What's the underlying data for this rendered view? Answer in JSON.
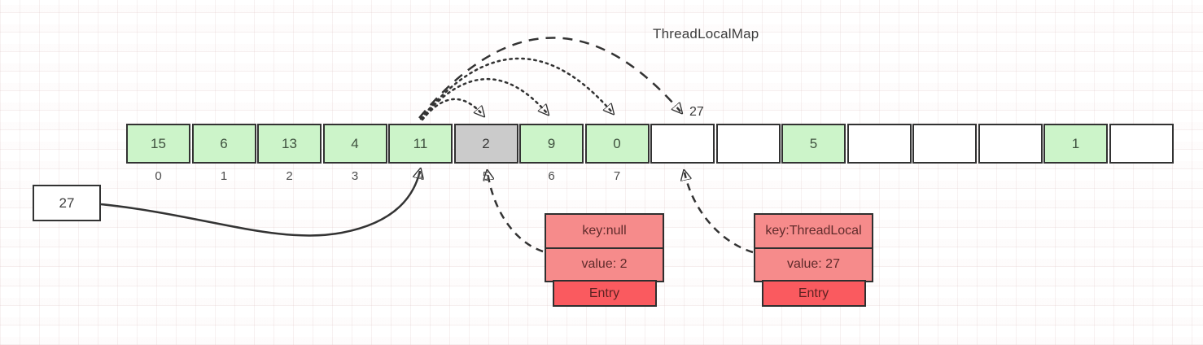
{
  "title": "ThreadLocalMap",
  "array": {
    "cells": [
      {
        "value": "15",
        "index_label": "0",
        "state": "occupied"
      },
      {
        "value": "6",
        "index_label": "1",
        "state": "occupied"
      },
      {
        "value": "13",
        "index_label": "2",
        "state": "occupied"
      },
      {
        "value": "4",
        "index_label": "3",
        "state": "occupied"
      },
      {
        "value": "11",
        "index_label": "4",
        "state": "occupied"
      },
      {
        "value": "2",
        "index_label": "5",
        "state": "stale"
      },
      {
        "value": "9",
        "index_label": "6",
        "state": "occupied"
      },
      {
        "value": "0",
        "index_label": "7",
        "state": "occupied"
      },
      {
        "value": "",
        "index_label": "",
        "state": "empty"
      },
      {
        "value": "",
        "index_label": "",
        "state": "empty"
      },
      {
        "value": "5",
        "index_label": "",
        "state": "occupied"
      },
      {
        "value": "",
        "index_label": "",
        "state": "empty"
      },
      {
        "value": "",
        "index_label": "",
        "state": "empty"
      },
      {
        "value": "",
        "index_label": "",
        "state": "empty"
      },
      {
        "value": "1",
        "index_label": "",
        "state": "occupied"
      },
      {
        "value": "",
        "index_label": "",
        "state": "empty"
      }
    ]
  },
  "incoming_box": {
    "value": "27"
  },
  "probe_target_label": "27",
  "entry_cards": [
    {
      "key": "key:null",
      "value": "value: 2",
      "footer": "Entry"
    },
    {
      "key": "key:ThreadLocal",
      "value": "value: 27",
      "footer": "Entry"
    }
  ],
  "arrows": {
    "insert_arrow": {
      "from": "incoming-value-box",
      "to": "slot-4",
      "style": "solid"
    },
    "probe_arcs": [
      {
        "from": "slot-4",
        "to": "slot-5",
        "style": "dotted"
      },
      {
        "from": "slot-4",
        "to": "slot-6",
        "style": "dotted"
      },
      {
        "from": "slot-4",
        "to": "slot-7",
        "style": "dotted"
      },
      {
        "from": "slot-4",
        "to": "slot-8",
        "style": "dashed"
      }
    ],
    "entry_pointers": [
      {
        "from": "entry-card-null",
        "to": "slot-5",
        "style": "dashed"
      },
      {
        "from": "entry-card-threadlocal",
        "to": "slot-8",
        "style": "dashed"
      }
    ]
  },
  "colors": {
    "occupied": "#ccf4c9",
    "stale": "#cbcbcb",
    "empty": "#ffffff",
    "card_top": "#f68b8b",
    "card_footer": "#fa5a5f",
    "border": "#323232",
    "stroke": "#333333"
  }
}
